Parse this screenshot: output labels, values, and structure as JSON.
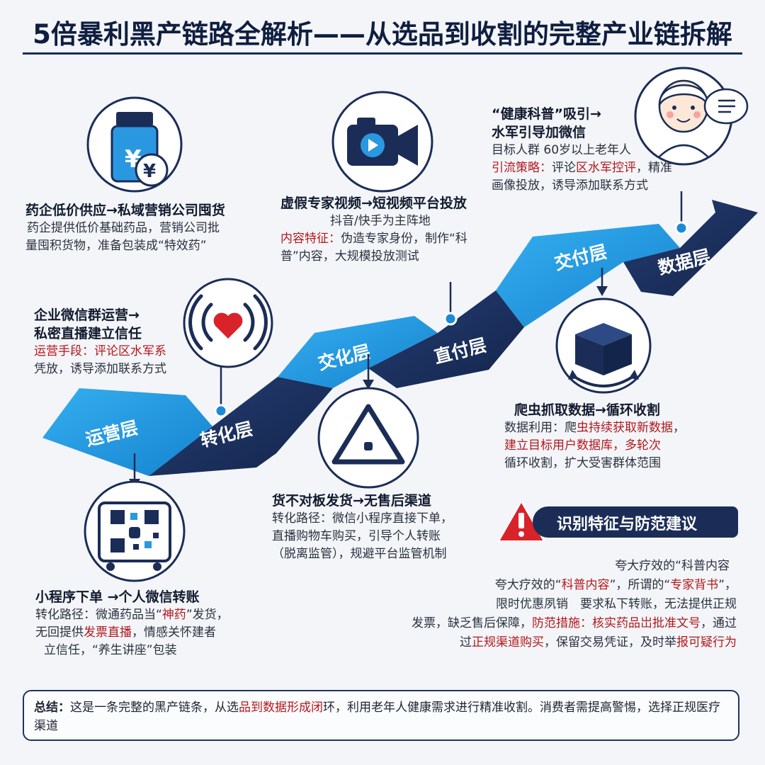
{
  "title": "5倍暴利黑产链路全解析——从选品到收割的完整产业链拆解",
  "colors": {
    "navy": "#1b2d57",
    "blue": "#1d8fd9",
    "red": "#b3181d",
    "heart": "#d8232a"
  },
  "layers": [
    "运营层",
    "转化层",
    "交化层",
    "直付层",
    "交付层",
    "数据层"
  ],
  "nodes": {
    "supply": {
      "title": "药企低价供应→私域营销公司囤货",
      "lines": [
        "药企提供低价基础药品，营销公司批",
        "量囤积货物，准备包装成“特效药”"
      ]
    },
    "wechat_group": {
      "title_lines": [
        "企业微信群运营→",
        "私密直播建立信任"
      ],
      "red_line": "运营手段：评论区水军系",
      "line": "凭放，诱导添加联系方式"
    },
    "miniprogram": {
      "title": "小程序下单 →个人微信转账",
      "line1_a": "转化路径：微通药品当“",
      "line1_red": "神药",
      "line1_b": "”发货，",
      "line2_a": "无回提供",
      "line2_red": "发票直播",
      "line2_b": "，情感关怀建者",
      "line3": "立信任，“养生讲座”包装"
    },
    "fake_expert": {
      "title": "虚假专家视频→短视频平台投放",
      "line1": "抖音/快手为主阵地",
      "line2_red": "内容特征：",
      "line2": "伪造专家身份，制作“科",
      "line3": "普”内容，大规模投放测试"
    },
    "delivery": {
      "title": "货不对板发货→无售后渠道",
      "lines": [
        "转化路径：微信小程序直接下单，",
        "直播购物车购买，引导个人转账",
        "（脱离监管），规避平台监管机制"
      ]
    },
    "health": {
      "title_lines": [
        "“健康科普”吸引→",
        "水军引导加微信"
      ],
      "line1": "目标人群 60岁以上老年人",
      "line2_red_a": "引流策略：",
      "line2_b": "评论",
      "line2_red_c": "区水军控评",
      "line2_d": "，精准",
      "line3": "画像投放，诱导添加联系方式"
    },
    "crawler": {
      "title": "爬虫抓取数据→循环收割",
      "line1_a": "数据利用：爬",
      "line1_red": "虫持续获取新数据",
      "line1_b": "，",
      "line2_red": "建立目标用户数据库，多轮次",
      "line3": "循环收割，扩大受害群体范围"
    }
  },
  "warning": {
    "title": "识别特征与防范建议",
    "line1": "夸大疗效的“科普内容",
    "line2_a": "夸大疗效的“",
    "line2_red1": "科普内容",
    "line2_b": "”，所谓的“",
    "line2_red2": "专家背书",
    "line2_c": "”，",
    "line3": "限时优惠夙销　要求私下转账，无法提供正规",
    "line4_a": "发票，缺乏售后保障，",
    "line4_red": "防范措施：核实药品岀批准文号",
    "line4_b": "，通过",
    "line5_a": "过",
    "line5_red1": "正规渠道购买",
    "line5_b": "，保留交易凭证，及时举",
    "line5_red2": "报可疑行为"
  },
  "summary": {
    "label": "总结：",
    "part1": "这是一条完整的黑产链条，从选",
    "red": "品到数据形成闭",
    "part2": "环，利用老年人健康需求进行精准收割。消费者需提",
    "part3": "高警惕，选择正规医疗渠道"
  },
  "icons": [
    "medicine-bottle-icon",
    "yen-coin-icon",
    "live-broadcast-heart-icon",
    "qr-code-icon",
    "video-camera-icon",
    "warning-triangle-icon",
    "elderly-woman-icon",
    "speech-bubble-icon",
    "package-box-icon",
    "alert-icon"
  ]
}
